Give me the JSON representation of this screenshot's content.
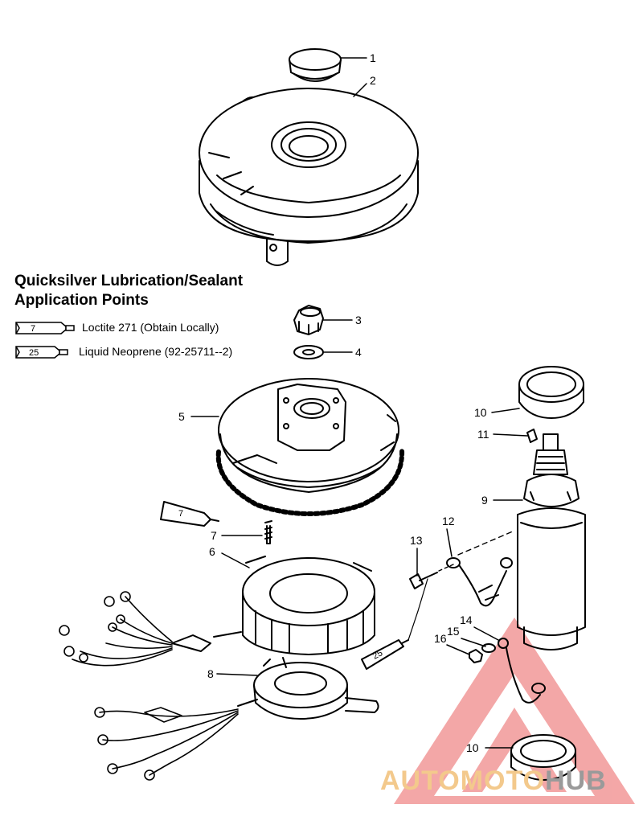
{
  "legend": {
    "title_line1": "Quicksilver Lubrication/Sealant",
    "title_line2": "Application Points",
    "items": [
      {
        "code": "7",
        "text": "Loctite 271 (Obtain Locally)"
      },
      {
        "code": "25",
        "text": "Liquid Neoprene (92-25711--2)"
      }
    ]
  },
  "tube_tags": {
    "loctite": "7",
    "neoprene": "25"
  },
  "callouts": [
    "1",
    "2",
    "3",
    "4",
    "5",
    "6",
    "7",
    "8",
    "9",
    "10",
    "11",
    "12",
    "13",
    "14",
    "15",
    "16",
    "10"
  ],
  "watermark": {
    "part1": "AUTOMOTO",
    "part2": "HUB",
    "color1": "#f3c98c",
    "color2": "#9a9a9a",
    "triangle_color": "#f08a8a"
  }
}
